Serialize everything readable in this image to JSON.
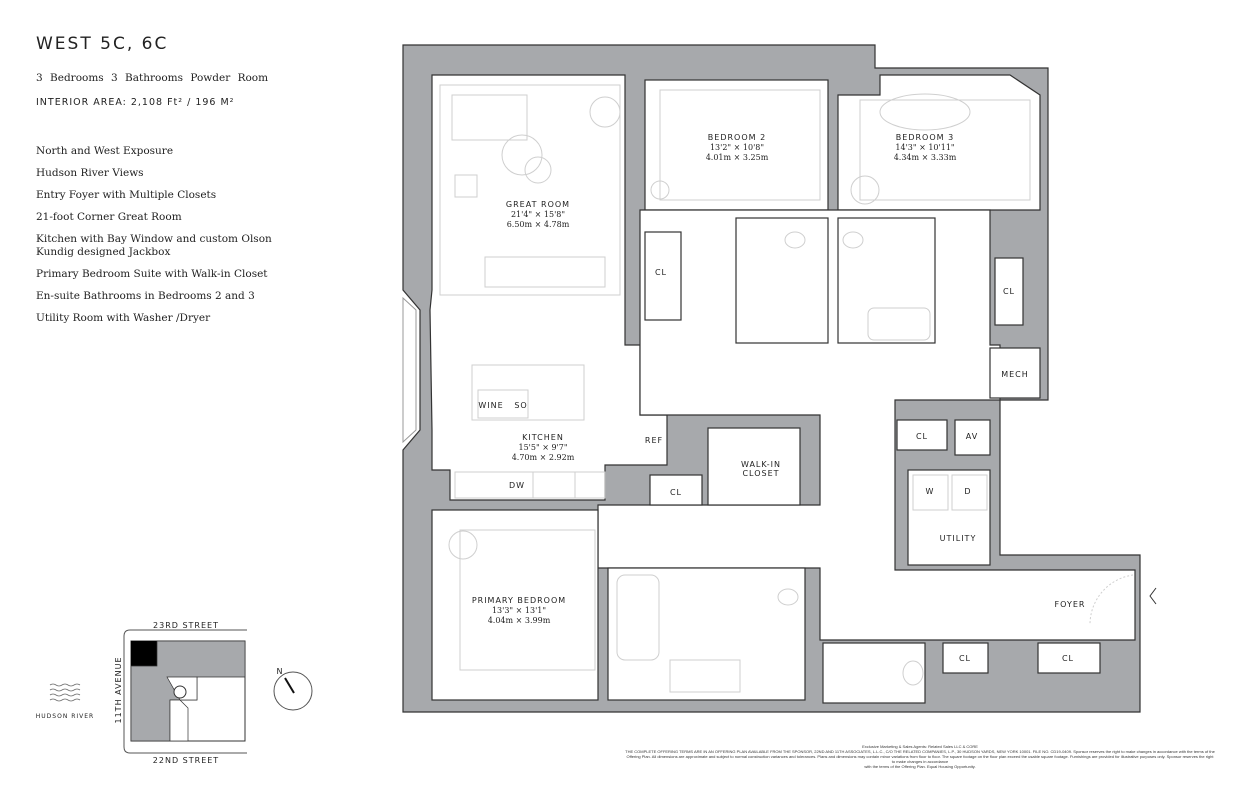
{
  "header": {
    "title": "WEST 5C, 6C",
    "summary": "3 Bedrooms  3 Bathrooms  Powder Room",
    "interior_area": "INTERIOR AREA: 2,108 Ft² / 196 M²"
  },
  "features": [
    "North and West Exposure",
    "Hudson River Views",
    "Entry Foyer with Multiple Closets",
    "21-foot Corner Great Room",
    "Kitchen with Bay Window and custom Olson Kundig designed Jackbox",
    "Primary Bedroom Suite with Walk-in Closet",
    "En-suite Bathrooms in Bedrooms 2 and 3",
    "Utility Room with Washer /Dryer"
  ],
  "rooms": {
    "great_room": {
      "name": "GREAT ROOM",
      "imperial": "21'4\" × 15'8\"",
      "metric": "6.50m × 4.78m"
    },
    "bedroom2": {
      "name": "BEDROOM 2",
      "imperial": "13'2\" × 10'8\"",
      "metric": "4.01m × 3.25m"
    },
    "bedroom3": {
      "name": "BEDROOM 3",
      "imperial": "14'3\" × 10'11\"",
      "metric": "4.34m × 3.33m"
    },
    "kitchen": {
      "name": "KITCHEN",
      "imperial": "15'5\" × 9'7\"",
      "metric": "4.70m × 2.92m"
    },
    "primary": {
      "name": "PRIMARY BEDROOM",
      "imperial": "13'3\" × 13'1\"",
      "metric": "4.04m × 3.99m"
    }
  },
  "labels": {
    "cl": "CL",
    "mech": "MECH",
    "av": "AV",
    "w": "W",
    "d": "D",
    "utility": "UTILITY",
    "foyer": "FOYER",
    "ref": "REF",
    "dw": "DW",
    "wine": "WINE",
    "so": "SO",
    "walkin1": "WALK-IN",
    "walkin2": "CLOSET"
  },
  "site": {
    "north_street": "23RD STREET",
    "south_street": "22ND STREET",
    "avenue": "11TH AVENUE",
    "river": "HUDSON RIVER",
    "compass": "N"
  },
  "colors": {
    "wall": "#a7a9ac",
    "outline": "#333333",
    "highlight_unit": "#000000"
  },
  "footer": {
    "agent": "Exclusive Marketing & Sales Agents: Related Sales LLC & CORE",
    "line1": "THE COMPLETE OFFERING TERMS ARE IN AN OFFERING PLAN AVAILABLE FROM THE SPONSOR, 22ND AND 11TH ASSOCIATES, L.L.C., C/O THE RELATED COMPANIES, L.P., 30 HUDSON YARDS, NEW YORK 10001. FILE NO. CD19-0409. Sponsor reserves the right to make changes in accordance with the terms of the Offering Plan. All dimensions are approximate and subject to normal construction variances and tolerances. Plans and dimensions may contain minor variations from floor to floor. The square footage on the floor plan exceed the usable square footage. Furnishings are provided for illustrative purposes only. Sponsor reserves the right to make changes in accordance",
    "line2": "with the terms of the Offering Plan. Equal Housing Opportunity."
  }
}
